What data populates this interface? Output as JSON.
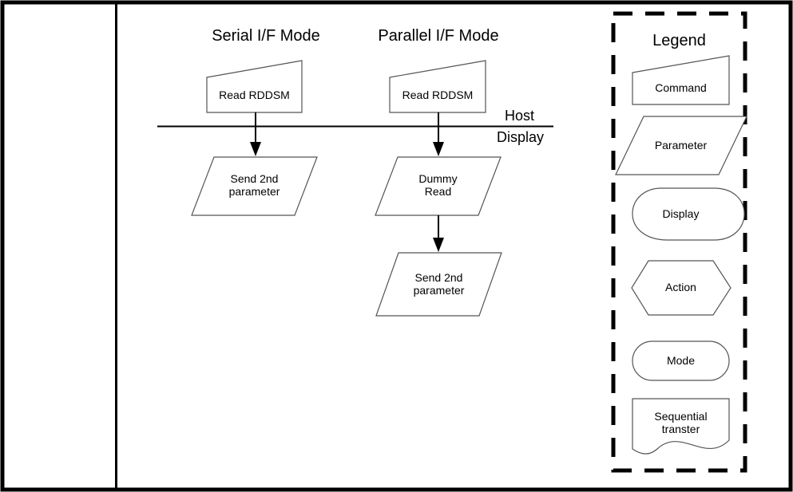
{
  "diagram": {
    "title_serial": "Serial I/F Mode",
    "title_parallel": "Parallel I/F Mode",
    "boundary": {
      "above_label": "Host",
      "below_label": "Display"
    },
    "serial_flow": [
      {
        "id": "serial-read-rddsm",
        "label": "Read RDDSM",
        "shape": "command"
      },
      {
        "id": "serial-send-2nd-parameter",
        "label": "Send 2nd\nparameter",
        "shape": "parameter"
      }
    ],
    "parallel_flow": [
      {
        "id": "parallel-read-rddsm",
        "label": "Read RDDSM",
        "shape": "command"
      },
      {
        "id": "parallel-dummy-read",
        "label": "Dummy\nRead",
        "shape": "parameter"
      },
      {
        "id": "parallel-send-2nd-parameter",
        "label": "Send 2nd\nparameter",
        "shape": "parameter"
      }
    ]
  },
  "legend": {
    "title": "Legend",
    "items": [
      {
        "id": "legend-command",
        "label": "Command",
        "shape": "command"
      },
      {
        "id": "legend-parameter",
        "label": "Parameter",
        "shape": "parallelogram"
      },
      {
        "id": "legend-display",
        "label": "Display",
        "shape": "ellipse"
      },
      {
        "id": "legend-action",
        "label": "Action",
        "shape": "hexagon"
      },
      {
        "id": "legend-mode",
        "label": "Mode",
        "shape": "rounded-rect"
      },
      {
        "id": "legend-sequential-transfer",
        "label": "Sequential\ntranster",
        "shape": "document"
      }
    ]
  },
  "colors": {
    "frame": "#000000",
    "shape_stroke": "#3a3a3a",
    "text": "#000000",
    "background": "#ffffff",
    "legend_dash": "#000000"
  }
}
